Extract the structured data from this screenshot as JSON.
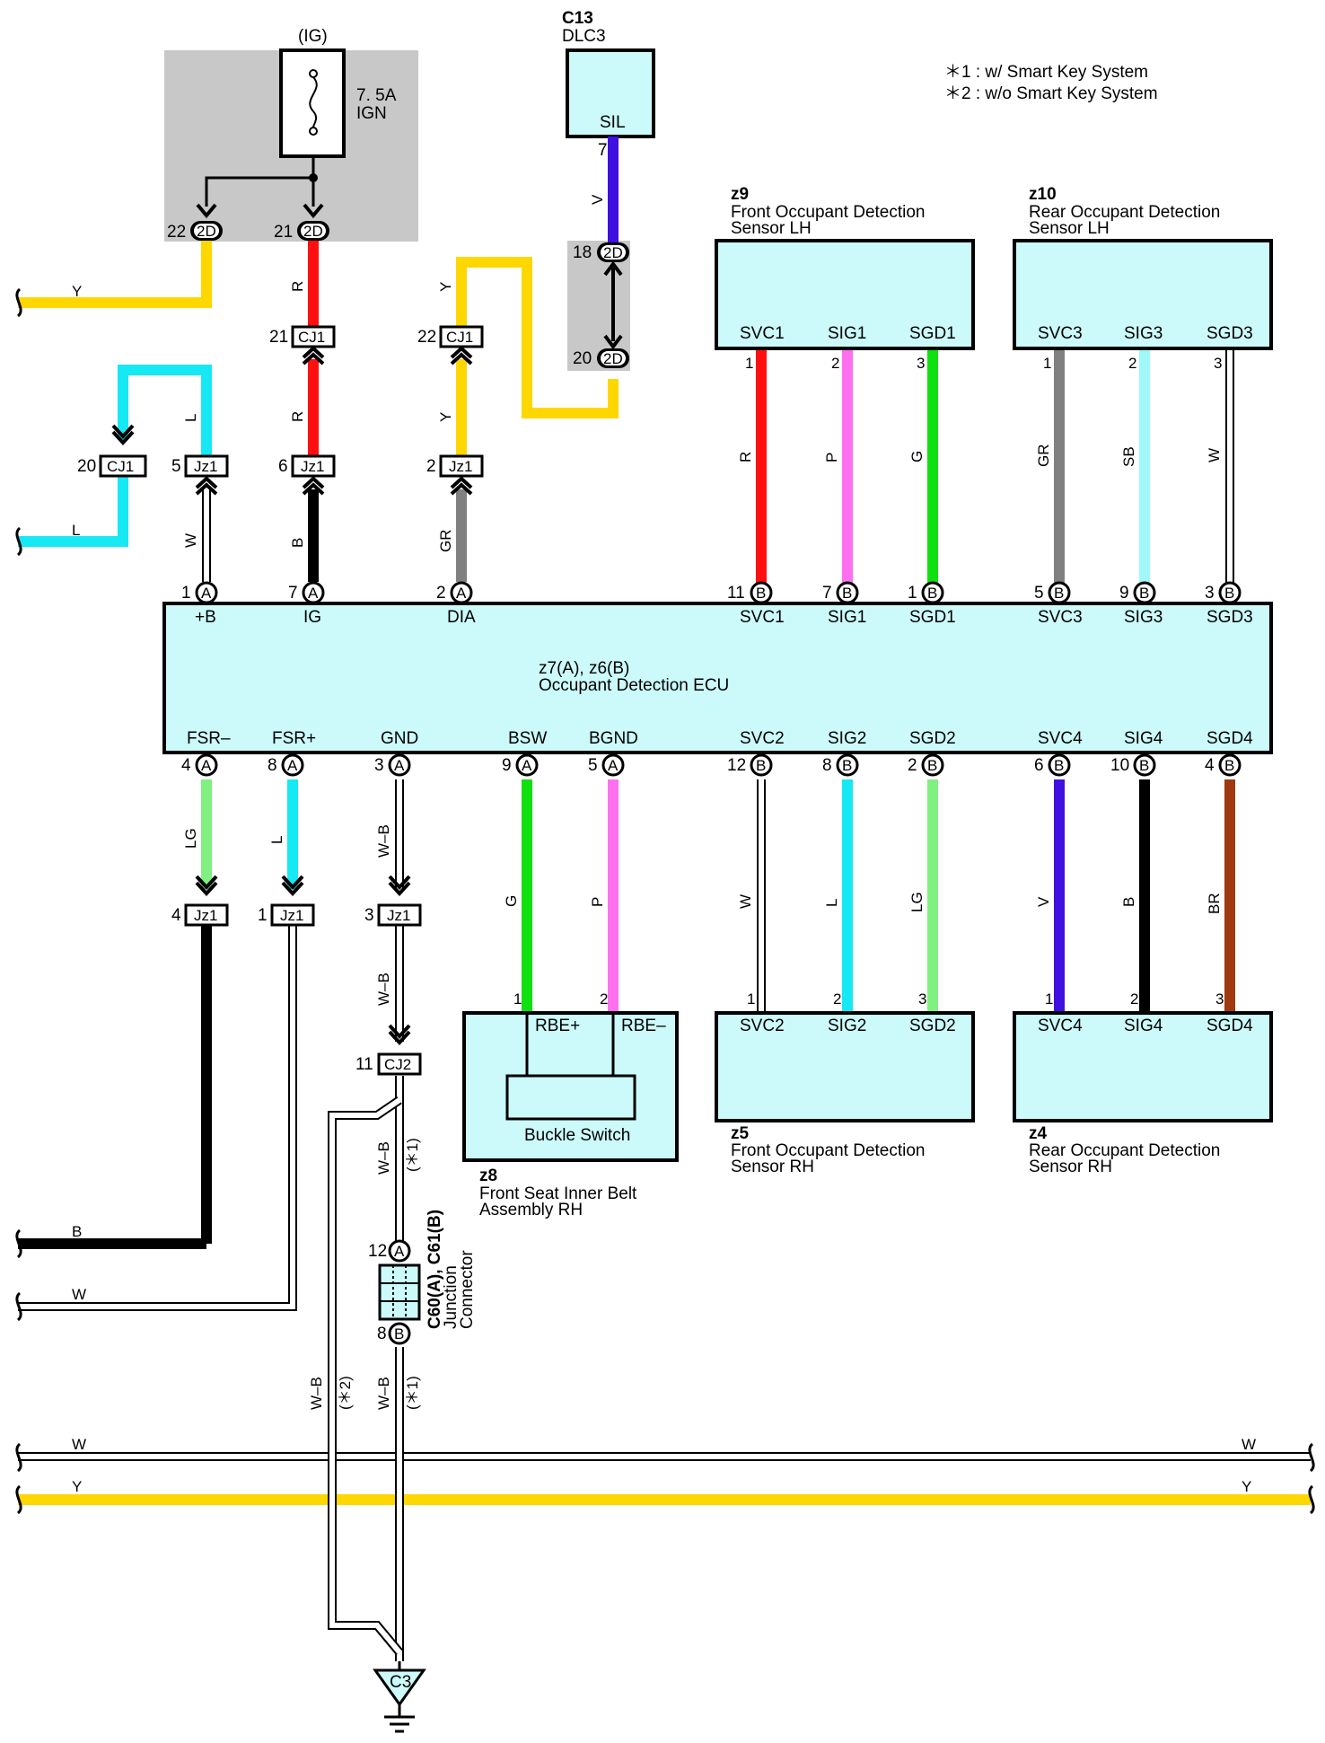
{
  "legend": {
    "note1": "＊1 : w/ Smart Key System",
    "note2": "＊2 : w/o Smart Key System"
  },
  "fuse": {
    "header": "(IG)",
    "rating": "7. 5A",
    "name": "IGN"
  },
  "dlc": {
    "code": "C13",
    "name": "DLC3",
    "pin": "SIL"
  },
  "ecu": {
    "code": "z7(A), z6(B)",
    "name": "Occupant Detection ECU",
    "top_pins": [
      "+B",
      "IG",
      "DIA",
      "SVC1",
      "SIG1",
      "SGD1",
      "SVC3",
      "SIG3",
      "SGD3"
    ],
    "bottom_pins": [
      "FSR–",
      "FSR+",
      "GND",
      "BSW",
      "BGND",
      "SVC2",
      "SIG2",
      "SGD2",
      "SVC4",
      "SIG4",
      "SGD4"
    ]
  },
  "sensors": {
    "z9": {
      "code": "z9",
      "line1": "Front Occupant Detection",
      "line2": "Sensor LH",
      "pins": [
        "SVC1",
        "SIG1",
        "SGD1"
      ]
    },
    "z10": {
      "code": "z10",
      "line1": "Rear Occupant Detection",
      "line2": "Sensor LH",
      "pins": [
        "SVC3",
        "SIG3",
        "SGD3"
      ]
    },
    "z5": {
      "code": "z5",
      "line1": "Front Occupant Detection",
      "line2": "Sensor RH",
      "pins": [
        "SVC2",
        "SIG2",
        "SGD2"
      ]
    },
    "z4": {
      "code": "z4",
      "line1": "Rear Occupant Detection",
      "line2": "Sensor RH",
      "pins": [
        "SVC4",
        "SIG4",
        "SGD4"
      ]
    }
  },
  "buckle": {
    "pin1": "RBE+",
    "pin2": "RBE–",
    "switch": "Buckle Switch",
    "code": "z8",
    "line1": "Front Seat Inner Belt",
    "line2": "Assembly RH"
  },
  "junction": {
    "code": "C60(A), C61(B)",
    "line1": "Junction",
    "line2": "Connector"
  },
  "ground": "C3",
  "connectors": {
    "cj1": "CJ1",
    "jz1": "Jz1",
    "cj2": "CJ2",
    "d2": "2D",
    "a": "A",
    "b": "B"
  },
  "wire_colors": {
    "Y": "#ffd700",
    "R": "#ff1010",
    "L": "#16e8f4",
    "W": "#ffffff",
    "B": "#000000",
    "GR": "#808080",
    "V": "#4010e0",
    "P": "#ff70f0",
    "G": "#10e010",
    "SB": "#a0f8f8",
    "LG": "#80f080",
    "BR": "#a03810",
    "WB": "#ffffff"
  },
  "labels": {
    "Y": "Y",
    "R": "R",
    "L": "L",
    "W": "W",
    "B": "B",
    "GR": "GR",
    "V": "V",
    "P": "P",
    "G": "G",
    "SB": "SB",
    "LG": "LG",
    "BR": "BR",
    "WB": "W–B",
    "s1": "(＊1)",
    "s2": "(＊2)"
  },
  "pin_numbers": {
    "n1": "1",
    "n2": "2",
    "n3": "3",
    "n4": "4",
    "n5": "5",
    "n6": "6",
    "n7": "7",
    "n8": "8",
    "n9": "9",
    "n10": "10",
    "n11": "11",
    "n12": "12",
    "n18": "18",
    "n20": "20",
    "n21": "21",
    "n22": "22"
  }
}
